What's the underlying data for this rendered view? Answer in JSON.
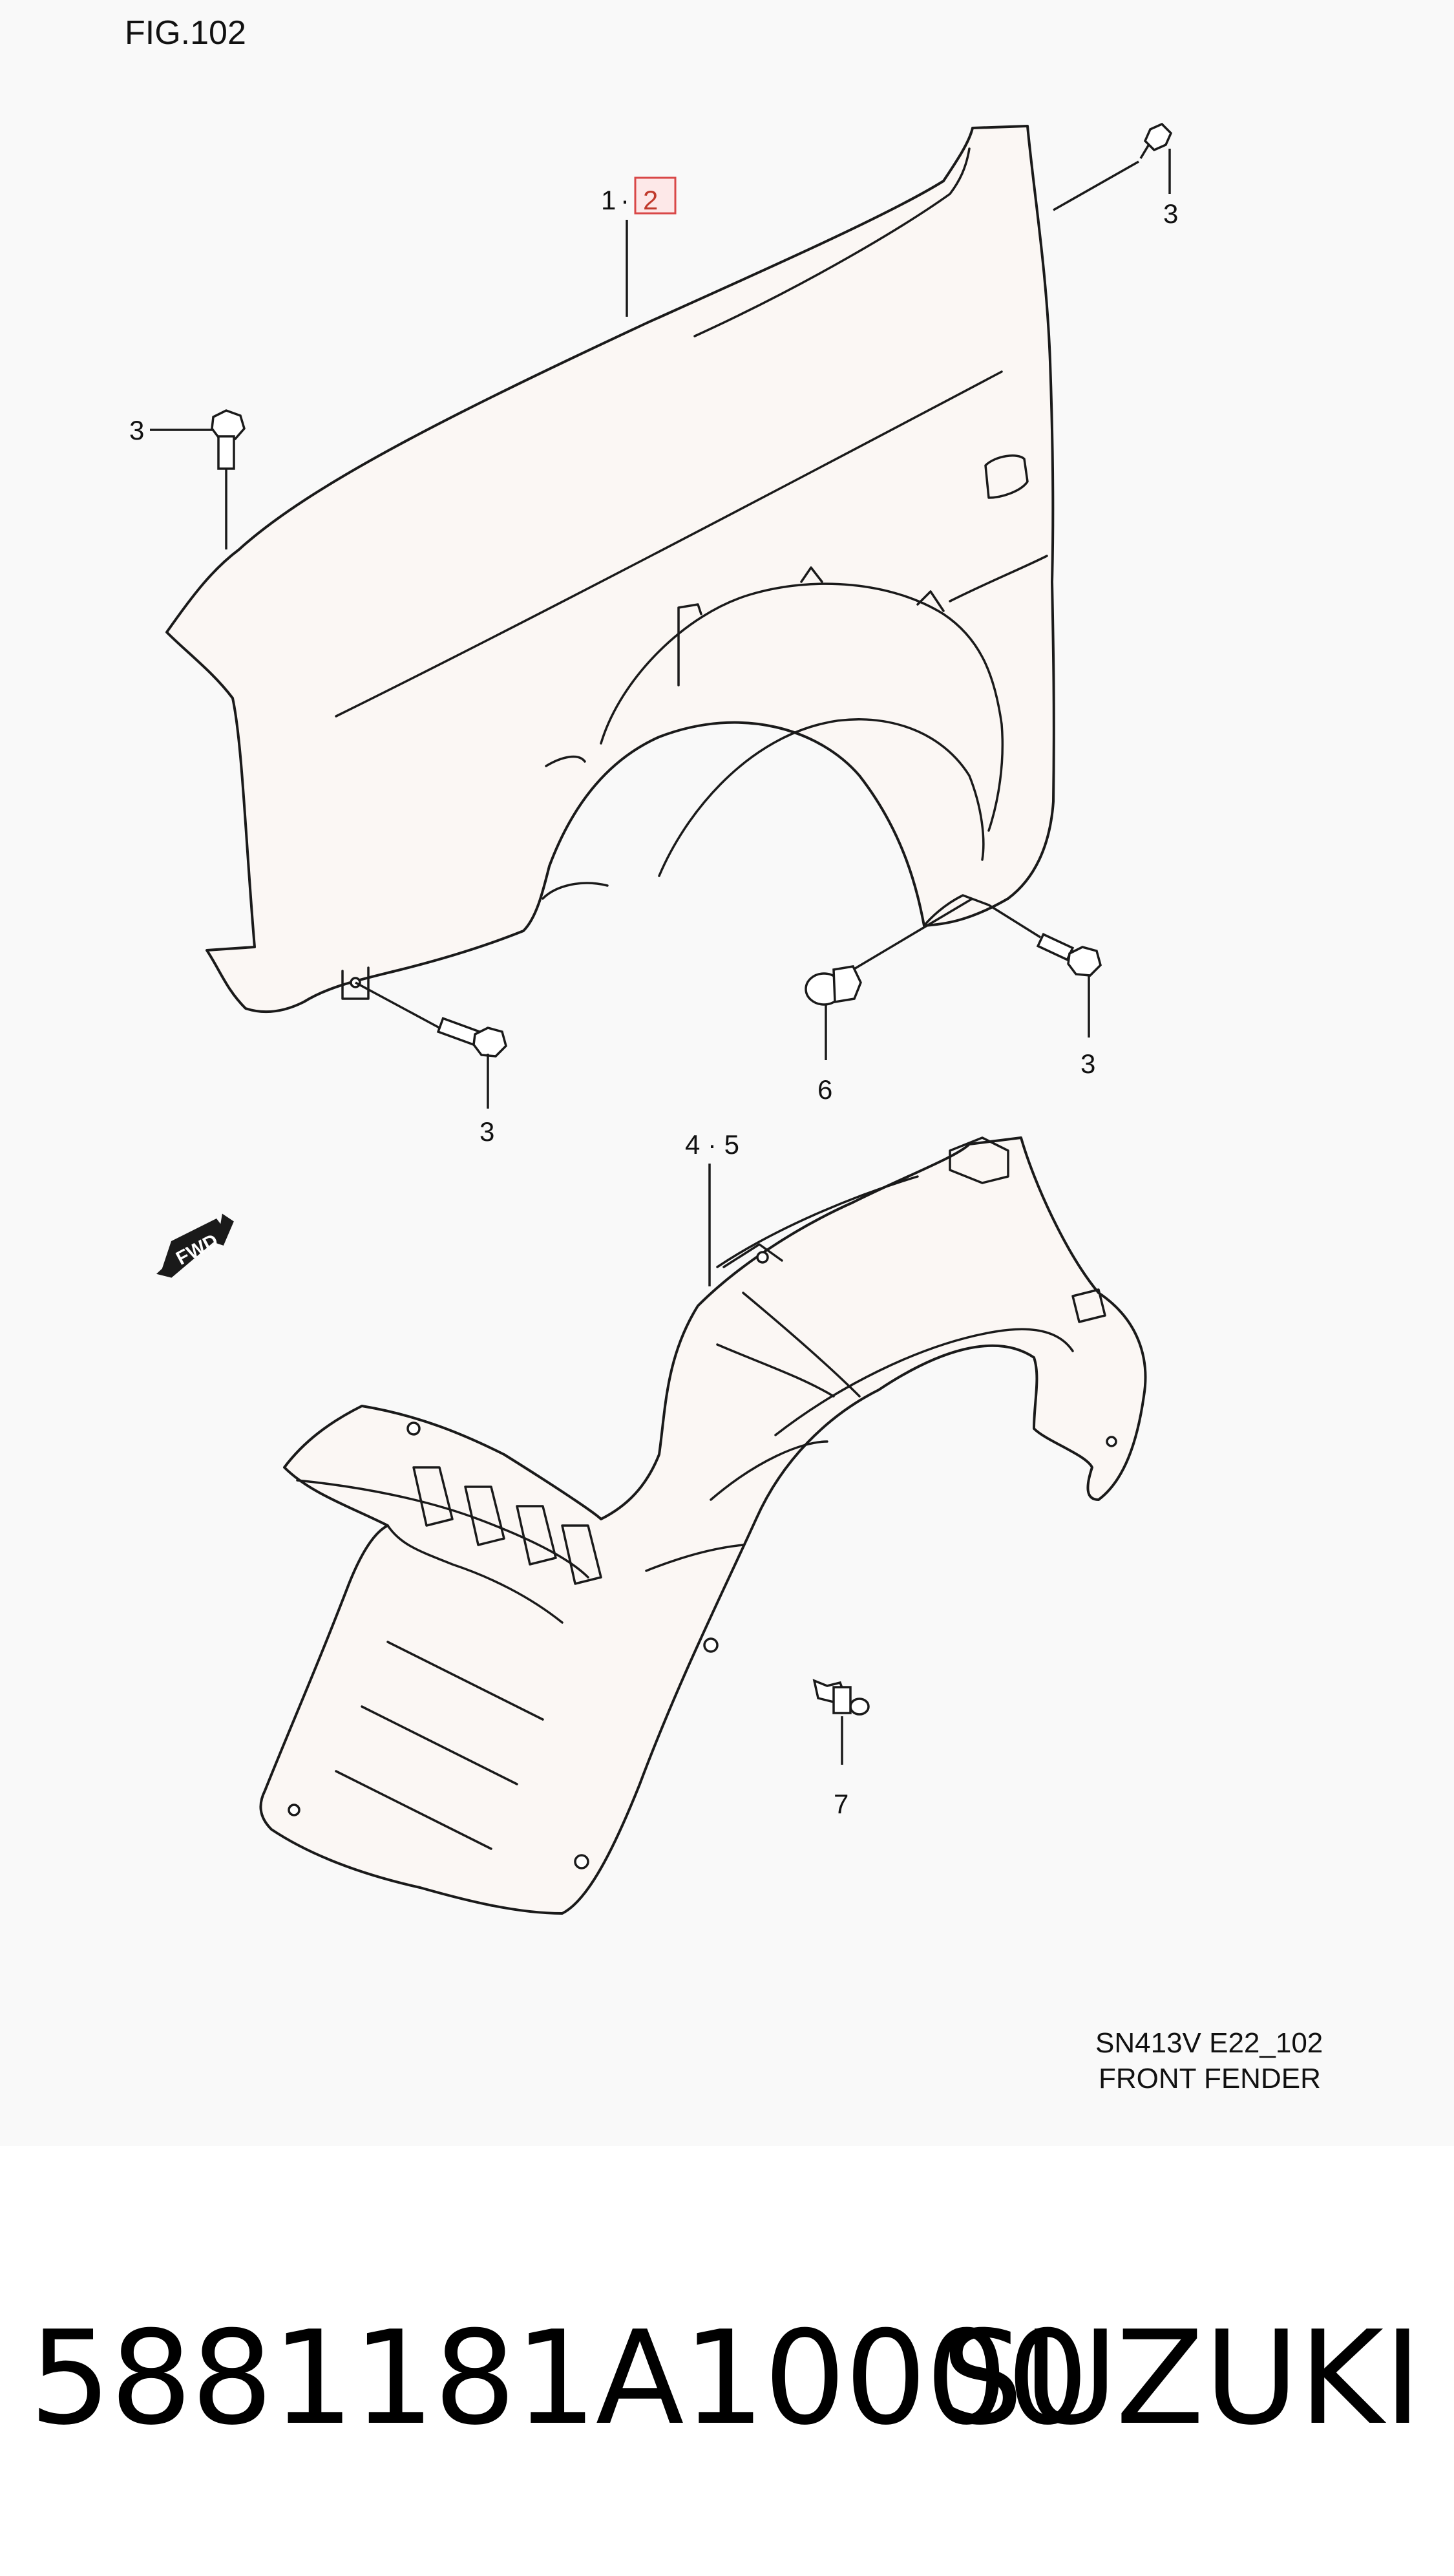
{
  "figure": {
    "title": "FIG.102"
  },
  "callouts": {
    "fender": {
      "left": "1",
      "sep": "·",
      "right": "2"
    },
    "bolt_top_right": "3",
    "bolt_left": "3",
    "bolt_bottom_left": "3",
    "bolt_right": "3",
    "clip_6": "6",
    "liner": "4 · 5",
    "clip_7": "7"
  },
  "direction_arrow": {
    "label": "FWD",
    "icon": "fwd-arrow-icon"
  },
  "caption": {
    "line1": "SN413V E22_102",
    "line2": "FRONT FENDER"
  },
  "footer": {
    "part_number": "5881181A10000",
    "brand": "SUZUKI"
  },
  "colors": {
    "highlight_fill": "#fde8e8",
    "highlight_stroke": "#d94848",
    "line": "#1a1a1a"
  }
}
